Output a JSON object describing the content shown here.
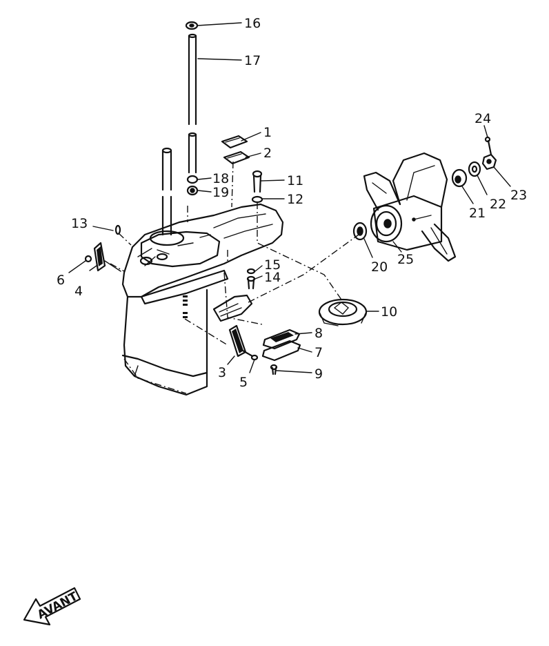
{
  "callouts": [
    {
      "id": "1",
      "text": "1"
    },
    {
      "id": "2",
      "text": "2"
    },
    {
      "id": "3",
      "text": "3"
    },
    {
      "id": "4",
      "text": "4"
    },
    {
      "id": "5",
      "text": "5"
    },
    {
      "id": "6",
      "text": "6"
    },
    {
      "id": "7",
      "text": "7"
    },
    {
      "id": "8",
      "text": "8"
    },
    {
      "id": "9",
      "text": "9"
    },
    {
      "id": "10",
      "text": "10"
    },
    {
      "id": "11",
      "text": "11"
    },
    {
      "id": "12",
      "text": "12"
    },
    {
      "id": "13",
      "text": "13"
    },
    {
      "id": "14",
      "text": "14"
    },
    {
      "id": "15",
      "text": "15"
    },
    {
      "id": "16",
      "text": "16"
    },
    {
      "id": "17",
      "text": "17"
    },
    {
      "id": "18",
      "text": "18"
    },
    {
      "id": "19",
      "text": "19"
    },
    {
      "id": "20",
      "text": "20"
    },
    {
      "id": "21",
      "text": "21"
    },
    {
      "id": "22",
      "text": "22"
    },
    {
      "id": "23",
      "text": "23"
    },
    {
      "id": "24",
      "text": "24"
    },
    {
      "id": "25",
      "text": "25"
    }
  ],
  "direction_arrow": {
    "text": "AVANT"
  }
}
